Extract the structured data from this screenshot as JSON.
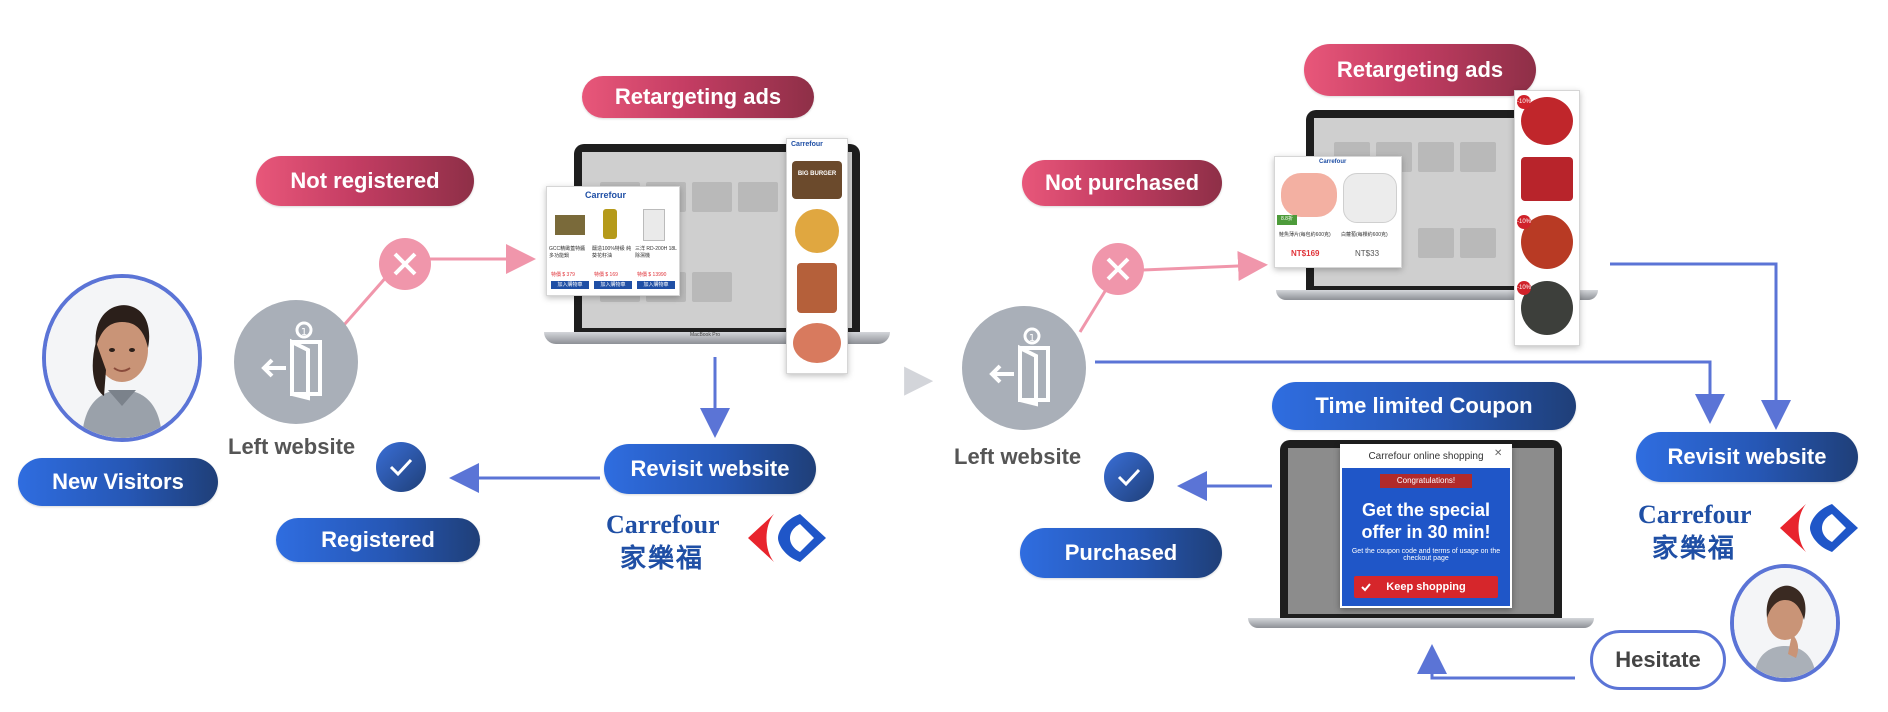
{
  "colors": {
    "accent_blue": "#3a57d9",
    "pill_red": "#c43d63",
    "pill_blue": "#2657b5",
    "gray_icon": "#a9afb8",
    "connector_pink": "#f096ab"
  },
  "left_flow": {
    "new_visitors": "New Visitors",
    "left_website": "Left website",
    "not_registered": "Not registered",
    "retargeting_ads": "Retargeting ads",
    "revisit_website": "Revisit website",
    "registered": "Registered",
    "icons": [
      "user-avatar",
      "exit-door-icon",
      "x-icon",
      "check-icon",
      "laptop",
      "carrefour-logo"
    ]
  },
  "right_flow": {
    "left_website": "Left website",
    "not_purchased": "Not purchased",
    "retargeting_ads": "Retargeting ads",
    "time_limited_coupon": "Time limited Coupon",
    "revisit_website": "Revisit website",
    "purchased": "Purchased",
    "hesitate": "Hesitate",
    "icons": [
      "exit-door-icon",
      "x-icon",
      "check-icon",
      "laptop",
      "carrefour-logo",
      "thinking-person-avatar"
    ]
  },
  "brand": {
    "name": "Carrefour",
    "chinese_name": "家樂福"
  },
  "left_ad": {
    "brand": "Carrefour",
    "items": [
      {
        "name": "GCC精緻蓋特醬 多功能鍋",
        "price": "特價 $ 379",
        "button": "加入購物車"
      },
      {
        "name": "釀造100%特級 純葵花籽油",
        "price": "特價 $ 169",
        "button": "加入購物車"
      },
      {
        "name": "三洋 RD-200H 18L除濕機",
        "price": "特價 $ 13990",
        "button": "加入購物車"
      }
    ],
    "side_badge": "BIG BURGER"
  },
  "right_ad": {
    "items": [
      {
        "name": "鮭魚薄片(每包約600克)",
        "price": "NT$169"
      },
      {
        "name": "白蘿蔔(每棵約600克)",
        "price": "NT$33"
      }
    ],
    "tag": "8.8折",
    "side_badges": [
      "-10%",
      "-10%",
      "-10%"
    ]
  },
  "coupon_popup": {
    "header": "Carrefour online shopping",
    "badge": "Congratulations!",
    "headline_line1": "Get the special",
    "headline_line2": "offer in 30 min!",
    "fine_print": "Get the coupon code and terms of usage on the checkout page",
    "button": "Keep shopping",
    "close": "✕"
  },
  "laptop_label": "MacBook Pro",
  "separator_arrow": "▶"
}
